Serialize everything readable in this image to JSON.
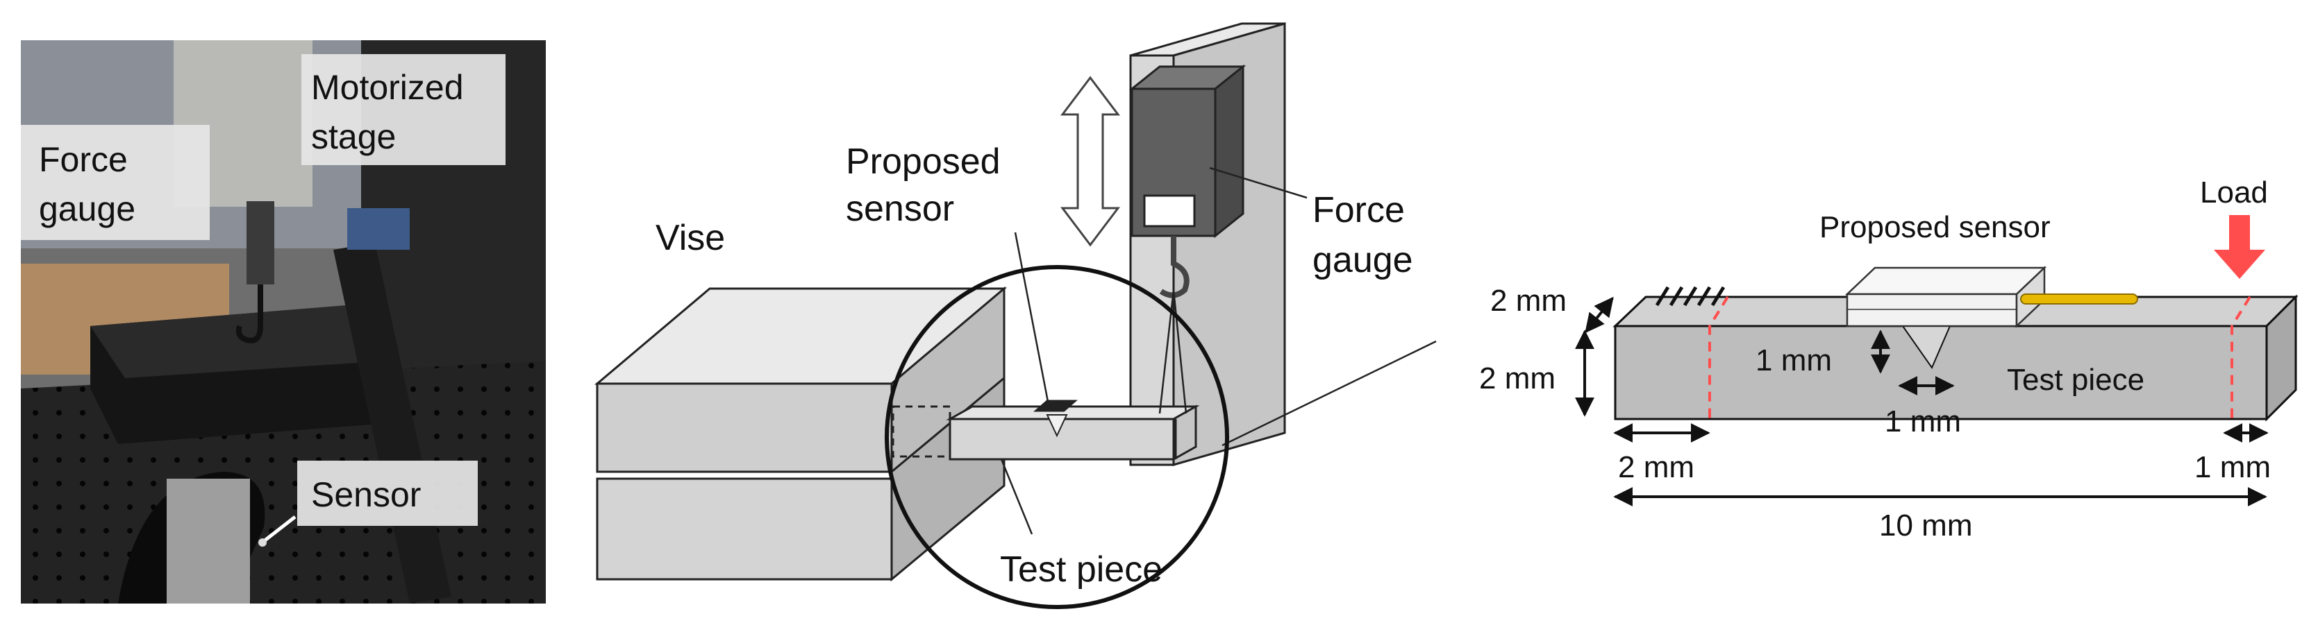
{
  "photo": {
    "labels": {
      "force_gauge": [
        "Force",
        "gauge"
      ],
      "motorized_stage": [
        "Motorized",
        "stage"
      ],
      "sensor": "Sensor"
    }
  },
  "setup": {
    "labels": {
      "vise": "Vise",
      "proposed_sensor": [
        "Proposed",
        "sensor"
      ],
      "force_gauge": [
        "Force",
        "gauge"
      ],
      "test_piece": "Test piece"
    }
  },
  "beam": {
    "labels": {
      "load": "Load",
      "proposed_sensor": "Proposed sensor",
      "test_piece": "Test piece"
    },
    "dimensions": {
      "width": "2 mm",
      "height": "2 mm",
      "notch_depth": "1 mm",
      "notch_width": "1 mm",
      "clamp_length": "2 mm",
      "load_offset": "1 mm",
      "total_length": "10 mm"
    },
    "colors": {
      "beam_fill": "#bdbdbd",
      "cut_line": "#ff4d4d",
      "load_arrow": "#ff4d4d",
      "cable": "#e6b800"
    }
  }
}
